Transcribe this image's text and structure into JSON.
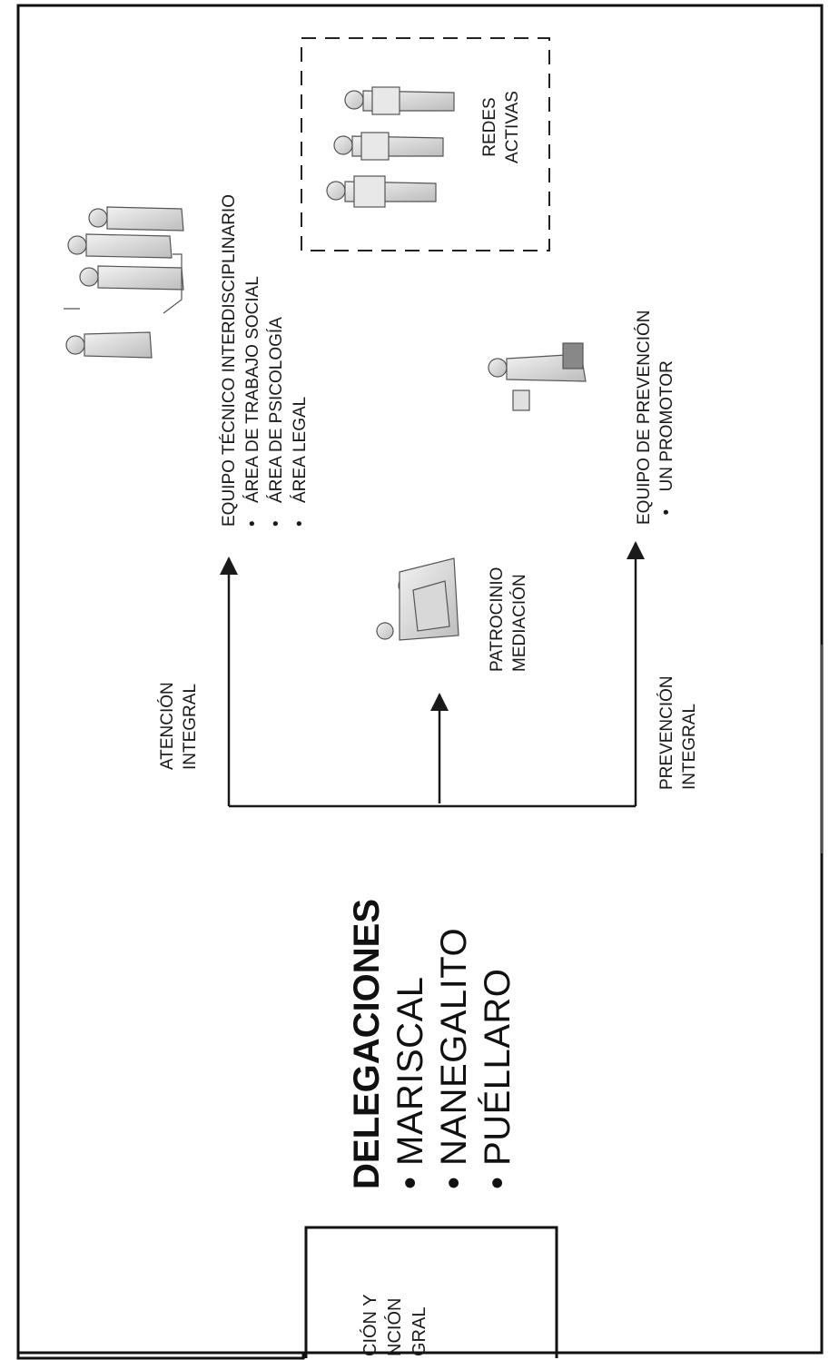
{
  "delegaciones": {
    "title": "DELEGACIONES",
    "items": [
      "MARISCAL",
      "NANEGALITO",
      "PUÉLLARO"
    ],
    "bullet": "•"
  },
  "branches": {
    "atencion": [
      "ATENCIÓN",
      "INTEGRAL"
    ],
    "prevencion": [
      "PREVENCIÓN",
      "INTEGRAL"
    ],
    "patrocinio": [
      "PATROCINIO",
      "MEDIACIÓN"
    ]
  },
  "equipo_tecnico": {
    "title": "EQUIPO  TÉCNICO INTERDISCIPLINARIO",
    "items": [
      "ÁREA DE  TRABAJO SOCIAL",
      "ÁREA  DE PSICOLOGÍA",
      "ÁREA LEGAL"
    ]
  },
  "redes": [
    "REDES",
    "ACTIVAS"
  ],
  "equipo_prevencion": {
    "title": "EQUIPO DE PREVENCIÓN",
    "items": [
      "UN PROMOTOR"
    ]
  },
  "corner_box": [
    "CIÓN Y",
    "NCIÓN",
    "GRAL"
  ],
  "icons": [
    "people-group-icon",
    "network-people-icon",
    "mediation-meeting-icon",
    "promoter-person-icon"
  ]
}
